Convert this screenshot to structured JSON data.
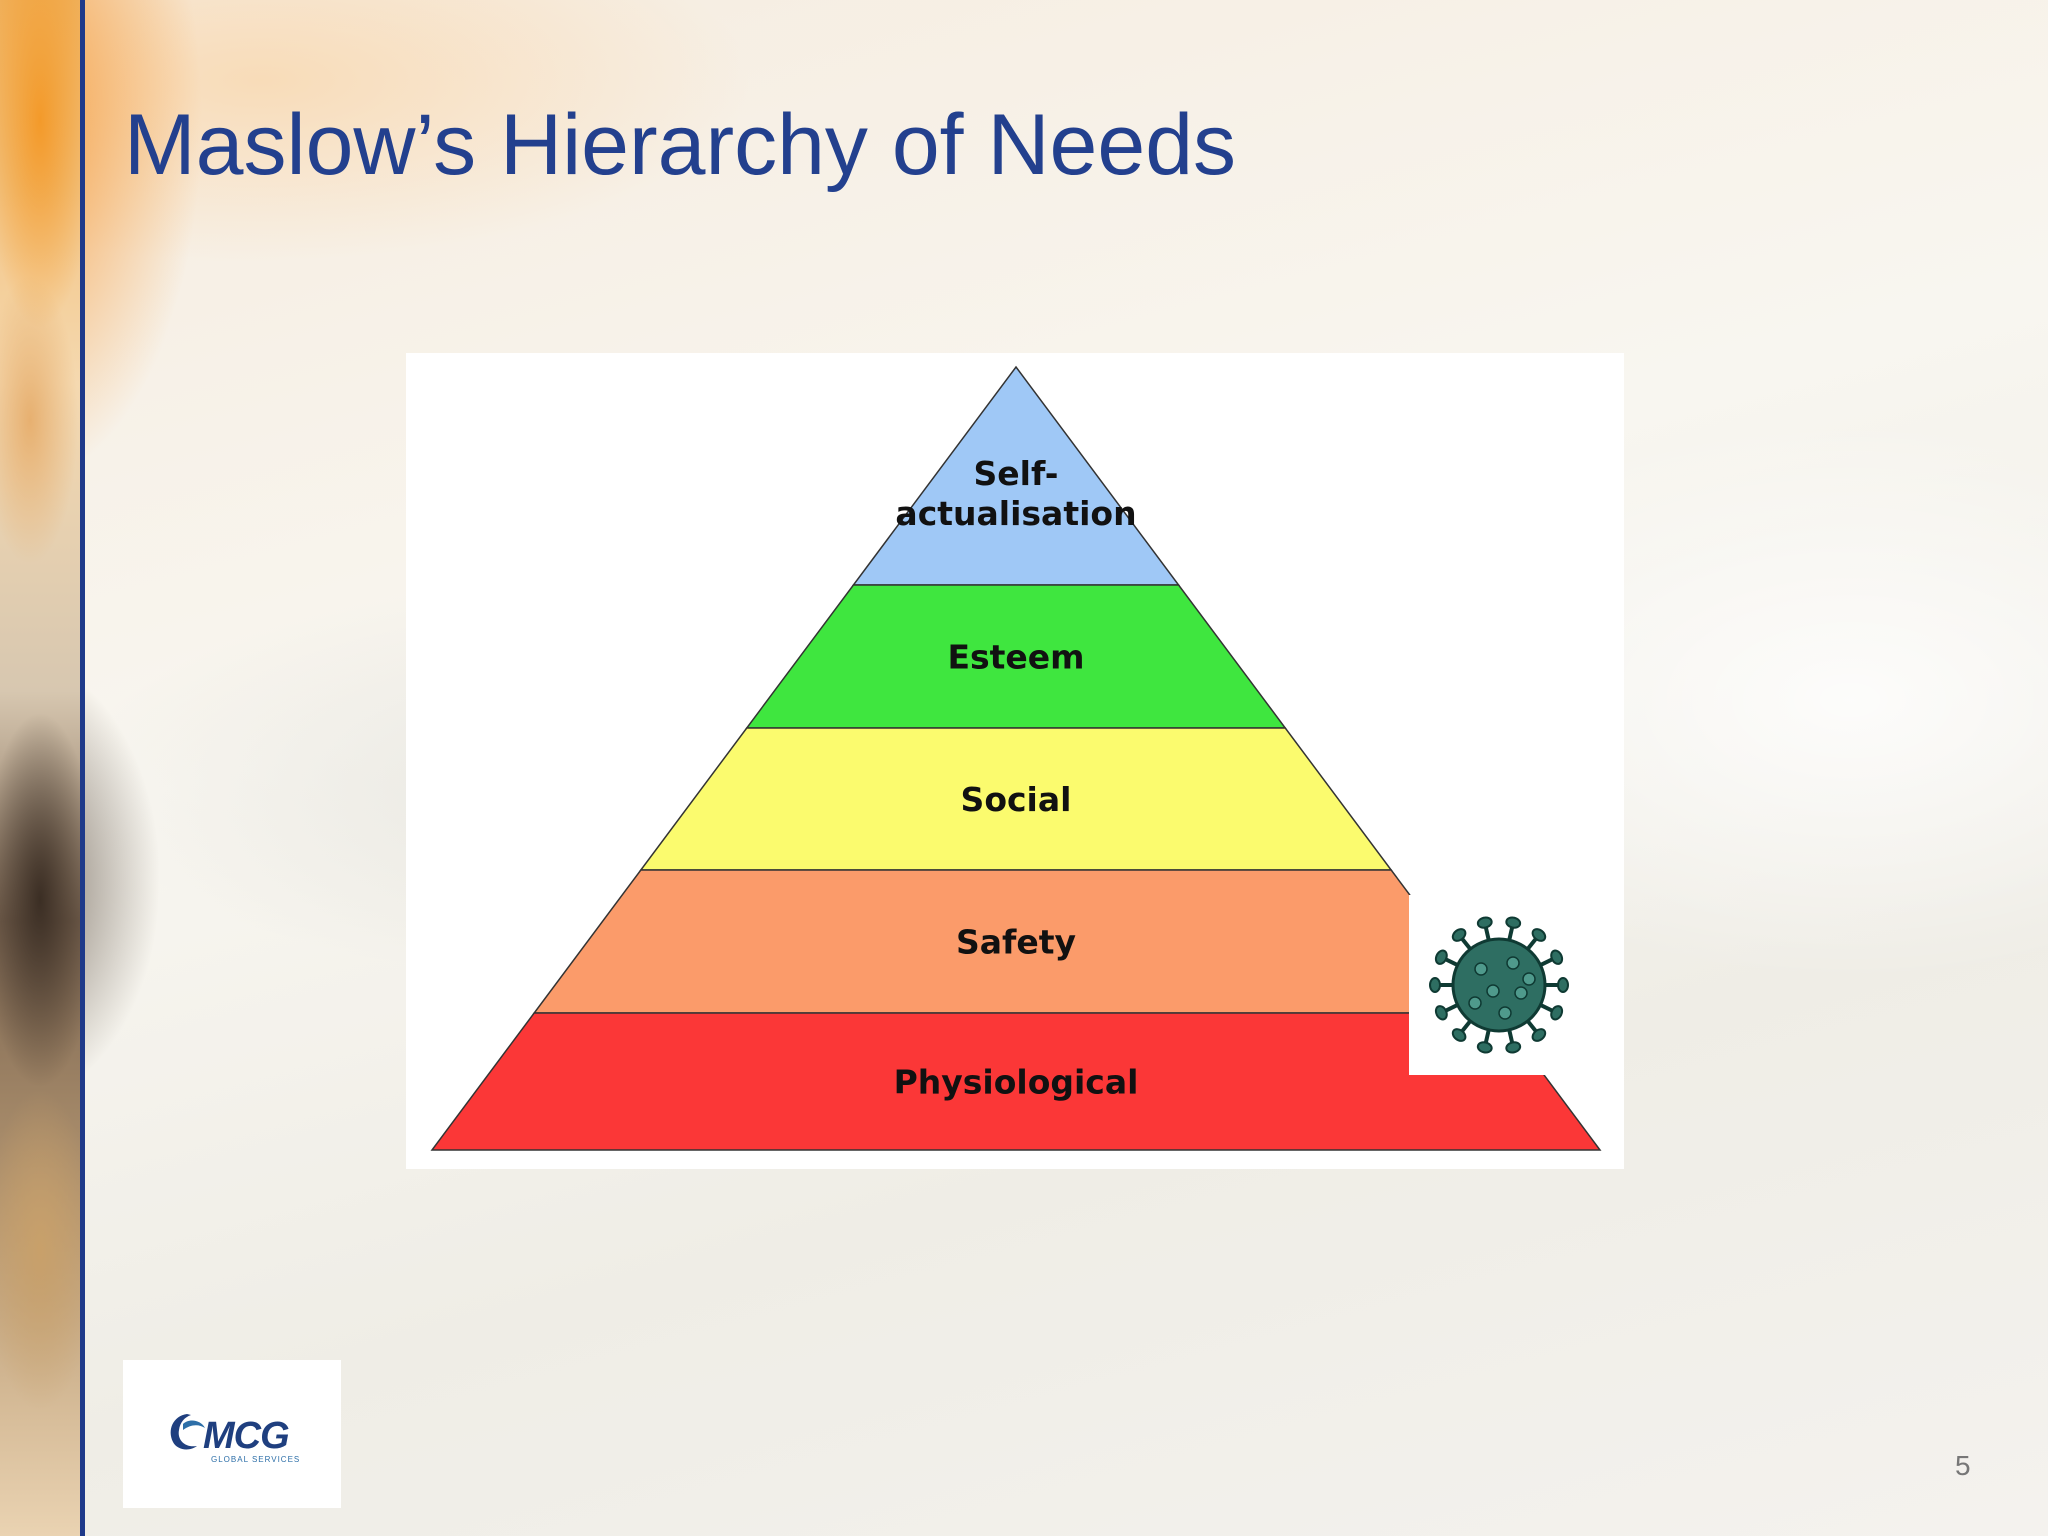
{
  "slide": {
    "title": "Maslow’s Hierarchy of Needs",
    "page_number": "5"
  },
  "pyramid": {
    "levels": [
      {
        "name": "self-actualisation",
        "lines": [
          "Self-",
          "actualisation"
        ],
        "color": "#9fc8f6"
      },
      {
        "name": "esteem",
        "lines": [
          "Esteem"
        ],
        "color": "#3fe63f"
      },
      {
        "name": "social",
        "lines": [
          "Social"
        ],
        "color": "#fbfb6e"
      },
      {
        "name": "safety",
        "lines": [
          "Safety"
        ],
        "color": "#fb9b6a"
      },
      {
        "name": "physiological",
        "lines": [
          "Physiological"
        ],
        "color": "#fb3737"
      }
    ]
  },
  "overlay": {
    "icon": "virus-icon",
    "color": "#2e6e62"
  },
  "logo": {
    "text": "MCG",
    "subtext": "GLOBAL SERVICES",
    "color": "#1f3f7f"
  }
}
